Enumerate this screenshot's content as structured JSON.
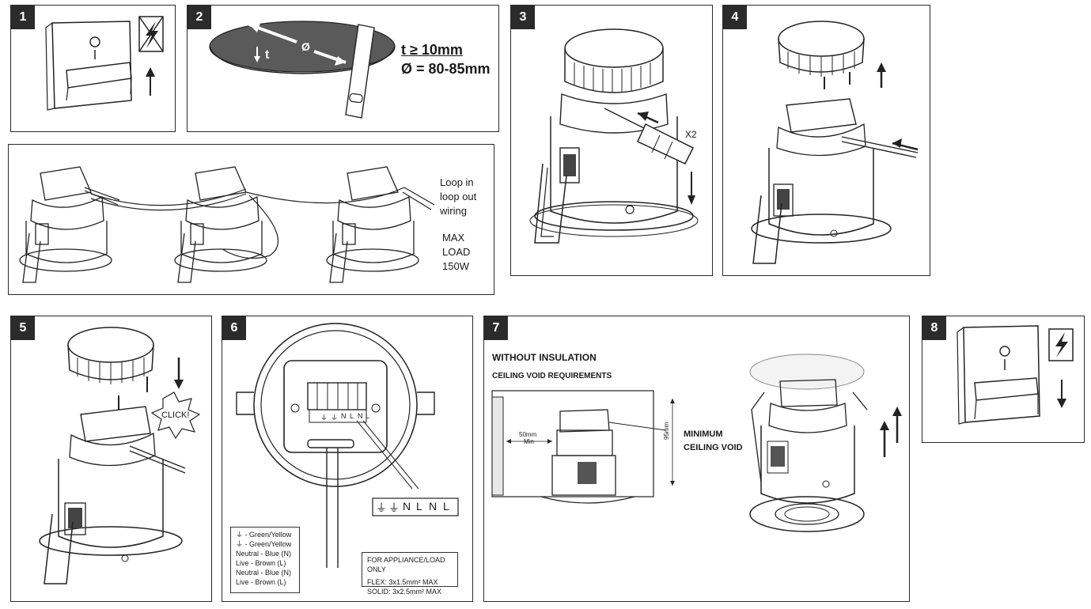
{
  "steps": [
    "1",
    "2",
    "3",
    "4",
    "5",
    "6",
    "7",
    "8"
  ],
  "step2": {
    "t_label": "t",
    "dia_label": "Ø",
    "t_spec": "t ≥ 10mm",
    "dia_spec": "Ø = 80-85mm"
  },
  "step3": {
    "times": "X2"
  },
  "wiring": {
    "loop": [
      "Loop in",
      "loop out",
      "wiring"
    ],
    "load": [
      "MAX",
      "LOAD",
      "150W"
    ]
  },
  "step5": {
    "click": "CLICK!"
  },
  "step6": {
    "terminal_labels": [
      "⏚",
      "⏚",
      "N",
      "L",
      "N",
      "L"
    ],
    "legend": [
      "- Green/Yellow",
      "- Green/Yellow",
      "Neutral - Blue (N)",
      "Live - Brown (L)",
      "Neutral - Blue (N)",
      "Live - Brown (L)"
    ],
    "spec_title": "FOR APPLIANCE/LOAD ONLY",
    "spec_flex": "FLEX: 3x1.5mm² MAX",
    "spec_solid": "SOLID: 3x2.5mm² MAX"
  },
  "step7": {
    "heading1": "WITHOUT INSULATION",
    "heading2": "CEILING VOID REQUIREMENTS",
    "min_dist": [
      "50mm",
      "Min"
    ],
    "height": "95mm",
    "void_label": [
      "MINIMUM",
      "CEILING VOID"
    ]
  }
}
